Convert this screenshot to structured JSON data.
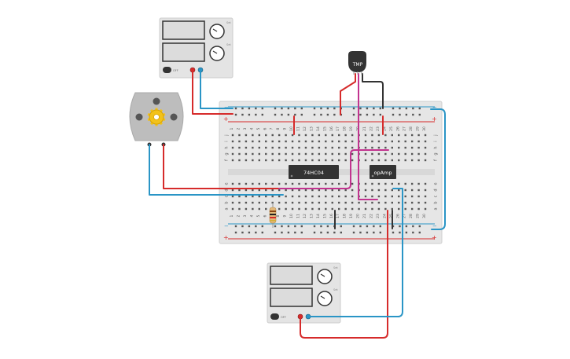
{
  "power_supply_top": {
    "power_button_label": "OFF",
    "knob1_label": "Set",
    "knob2_label": "Set"
  },
  "power_supply_bottom": {
    "power_button_label": "OFF",
    "knob1_label": "Set",
    "knob2_label": "Set"
  },
  "chips": {
    "inverter_label": "74HC04",
    "opamp_label": "opAmp"
  },
  "sensor": {
    "label": "TMP"
  },
  "breadboard": {
    "columns": [
      "1",
      "2",
      "3",
      "4",
      "5",
      "6",
      "7",
      "8",
      "9",
      "10",
      "11",
      "12",
      "13",
      "14",
      "15",
      "16",
      "17",
      "18",
      "19",
      "20",
      "21",
      "22",
      "23",
      "24",
      "25",
      "26",
      "27",
      "28",
      "29",
      "30"
    ],
    "rows_upper": [
      "j",
      "i",
      "h",
      "g",
      "f"
    ],
    "rows_lower": [
      "e",
      "d",
      "c",
      "b",
      "a"
    ]
  },
  "colors": {
    "wire_red": "#d62b2b",
    "wire_blue": "#2a95c6",
    "wire_black": "#333333",
    "wire_magenta": "#c2338f",
    "breadboard": "#e6e6e6",
    "rail_red": "#d62b2b",
    "rail_blue": "#2a95c6",
    "supply_body": "#e4e4e4",
    "supply_screen": "#dcdcdc",
    "motor_body": "#bdbdbd",
    "motor_gear": "#f2c21b",
    "chip_body": "#333333"
  }
}
